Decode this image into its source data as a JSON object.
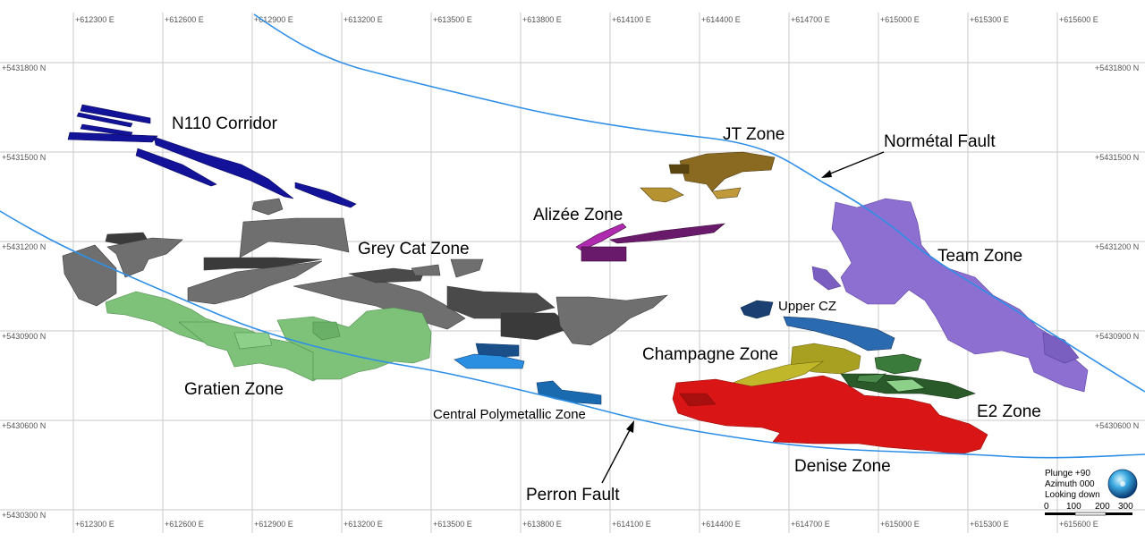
{
  "map": {
    "easting_labels": [
      "+612300 E",
      "+612600 E",
      "+612900 E",
      "+613200 E",
      "+613500 E",
      "+613800 E",
      "+614100 E",
      "+614400 E",
      "+614700 E",
      "+615000 E",
      "+615300 E",
      "+615600 E"
    ],
    "northing_labels": [
      "+5431800 N",
      "+5431500 N",
      "+5431200 N",
      "+5430900 N",
      "+5430600 N",
      "+5430300 N"
    ],
    "zones": {
      "n110": "N110 Corridor",
      "jt": "JT Zone",
      "normetal": "Normétal Fault",
      "alizee": "Alizée Zone",
      "greycat": "Grey Cat Zone",
      "team": "Team Zone",
      "uppercz": "Upper CZ",
      "champagne": "Champagne Zone",
      "gratien": "Gratien Zone",
      "e2": "E2 Zone",
      "cpz": "Central Polymetallic Zone",
      "denise": "Denise Zone",
      "perron": "Perron Fault"
    },
    "view": {
      "plunge": "Plunge +90",
      "azimuth": "Azimuth 000",
      "looking": "Looking down"
    },
    "scale_labels": [
      "0",
      "100",
      "200",
      "300"
    ],
    "colors": {
      "fault": "#2f8fe6",
      "n110": "#13139a",
      "grey": "#6f6f6f",
      "green": "#7ec27a",
      "jt": "#8a6a20",
      "alizee": "#6a1a6a",
      "team": "#8c6fd0",
      "uppercz": "#1a4f8a",
      "cpz": "#2a7fd0",
      "champagne": "#b0a820",
      "red": "#d91515",
      "e2": "#2a5a2a"
    }
  }
}
